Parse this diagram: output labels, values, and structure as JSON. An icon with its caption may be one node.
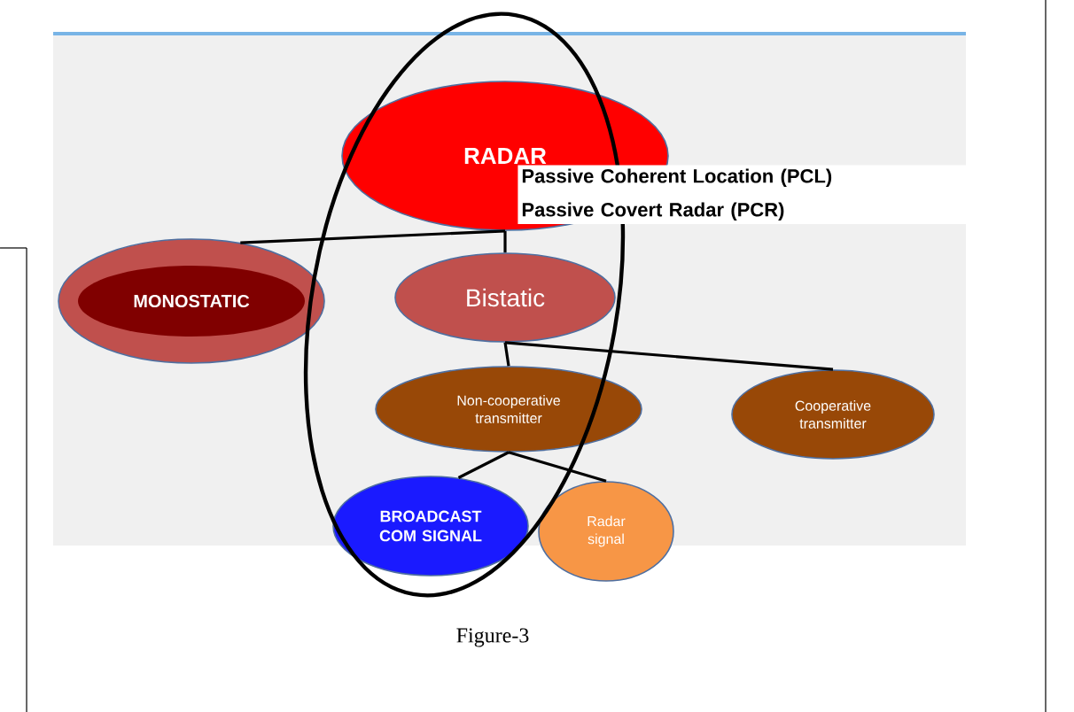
{
  "diagram": {
    "caption": "Figure-3",
    "nodes": [
      {
        "text": [
          "RADAR"
        ]
      },
      {
        "text": [
          "MONOSTATIC"
        ]
      },
      {
        "text": [
          "Bistatic"
        ]
      },
      {
        "text": [
          "Non-cooperative transmitter"
        ]
      },
      {
        "text": [
          "Cooperative transmitter"
        ]
      },
      {
        "text": [
          "BROADCAST COM SIGNAL"
        ]
      },
      {
        "text": [
          "Radar signal"
        ]
      },
      {
        "text": [
          "Passive Coherent Location (PCL)",
          "Passive Covert Radar (PCR)"
        ]
      }
    ],
    "edges": [
      {
        "from": 0,
        "to": 1,
        "arrow": "none"
      },
      {
        "from": 0,
        "to": 2,
        "arrow": "none"
      },
      {
        "from": 2,
        "to": 3,
        "arrow": "none"
      },
      {
        "from": 2,
        "to": 4,
        "arrow": "none"
      },
      {
        "from": 3,
        "to": 5,
        "arrow": "none"
      },
      {
        "from": 3,
        "to": 6,
        "arrow": "none"
      }
    ]
  }
}
